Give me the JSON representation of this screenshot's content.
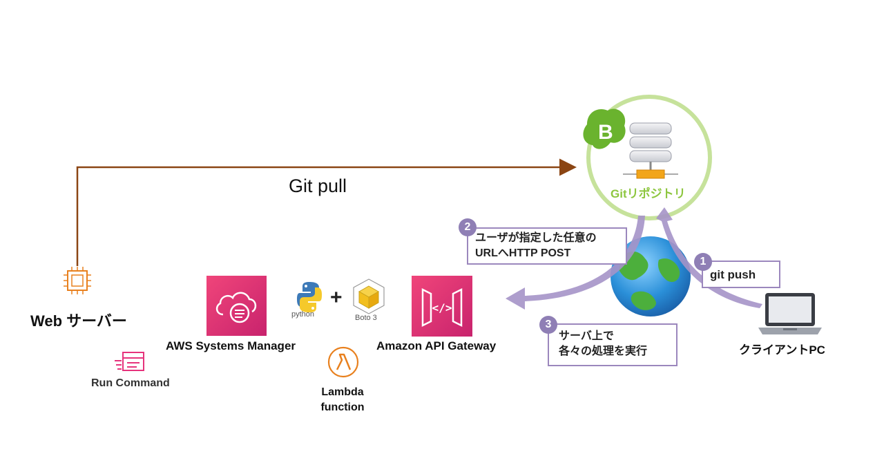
{
  "labels": {
    "git_pull": "Git pull",
    "web_server": "Web サーバー",
    "run_command": "Run Command",
    "aws_systems_manager": "AWS Systems Manager",
    "python": "python",
    "boto3": "Boto 3",
    "amazon_api_gateway": "Amazon API Gateway",
    "lambda_line1": "Lambda",
    "lambda_line2": "function",
    "git_repository": "Gitリポジトリ",
    "client_pc": "クライアントPC",
    "plus": "+"
  },
  "steps": {
    "step1": {
      "number": "1",
      "text": "git push"
    },
    "step2": {
      "number": "2",
      "line1": "ユーザが指定した任意の",
      "line2": "URLへHTTP POST"
    },
    "step3": {
      "number": "3",
      "line1": "サーバ上で",
      "line2": "各々の処理を実行"
    }
  },
  "icons": {
    "web_server": "ec2-chip-icon",
    "run_command": "run-command-icon",
    "systems_manager": "systems-manager-icon",
    "python": "python-logo-icon",
    "boto3": "boto3-cube-icon",
    "api_gateway": "api-gateway-icon",
    "lambda": "lambda-icon",
    "git_repo": "git-repository-server-icon",
    "globe": "globe-icon",
    "laptop": "laptop-icon"
  },
  "colors": {
    "git_pull_arrow": "#8b4513",
    "aws_orange": "#e8801e",
    "aws_pink": "#e6337c",
    "flow_purple": "#a593c8",
    "git_green": "#8dc63f"
  }
}
